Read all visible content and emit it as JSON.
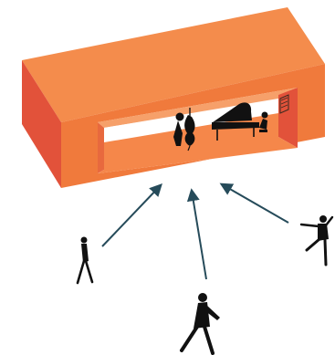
{
  "scene": {
    "colors": {
      "box_top": "#f48c4c",
      "box_front": "#f07a3c",
      "box_side": "#e2523a",
      "box_inner_side": "#f6a06a",
      "opening_floor": "#f5874a",
      "arrow": "#264b5a",
      "figure": "#111111",
      "background": "#ffffff"
    },
    "stage": {
      "performers": [
        "cello-player",
        "pianist"
      ],
      "instruments": [
        "cello",
        "grand-piano"
      ],
      "wall_object": "picture-frame"
    },
    "viewers": [
      {
        "name": "viewer-left",
        "pose": "walking"
      },
      {
        "name": "viewer-bottom",
        "pose": "walking"
      },
      {
        "name": "viewer-right",
        "pose": "dancing"
      }
    ],
    "arrows_toward_stage": 3
  }
}
